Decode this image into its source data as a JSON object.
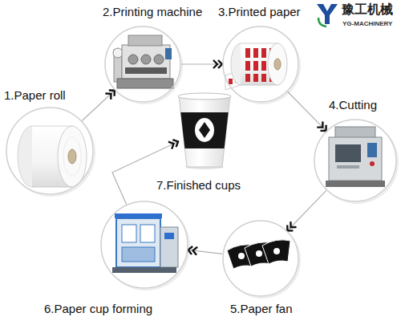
{
  "diagram": {
    "nodes": [
      {
        "text": [
          "1.Paper roll"
        ]
      },
      {
        "text": [
          "2.Printing machine"
        ]
      },
      {
        "text": [
          "3.Printed paper"
        ]
      },
      {
        "text": [
          "4.Cutting"
        ]
      },
      {
        "text": [
          "5.Paper fan"
        ]
      },
      {
        "text": [
          "6.Paper cup forming"
        ]
      },
      {
        "text": [
          "7.Finished cups"
        ]
      }
    ],
    "edges": [
      {
        "from": 0,
        "to": 1,
        "arrow": "to"
      },
      {
        "from": 1,
        "to": 2,
        "arrow": "to"
      },
      {
        "from": 2,
        "to": 3,
        "arrow": "to"
      },
      {
        "from": 3,
        "to": 4,
        "arrow": "to"
      },
      {
        "from": 4,
        "to": 5,
        "arrow": "to"
      },
      {
        "from": 5,
        "to": 6,
        "arrow": "to"
      }
    ],
    "labels": [
      "豫工机械",
      "YG-MACHINERY"
    ]
  }
}
